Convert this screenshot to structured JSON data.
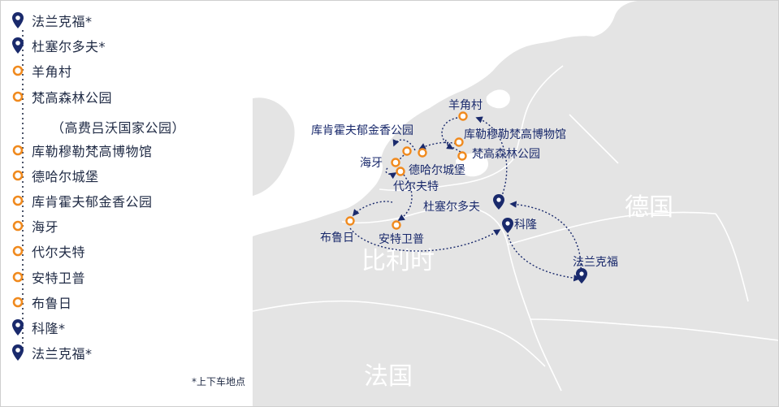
{
  "legend": {
    "items": [
      {
        "label": "法兰克福*",
        "icon": "pin-icon"
      },
      {
        "label": "杜塞尔多夫*",
        "icon": "pin-icon"
      },
      {
        "label": "羊角村",
        "icon": "ring-icon"
      },
      {
        "label": "梵高森林公园",
        "icon": "ring-icon"
      },
      {
        "label": "库勒穆勒梵高博物馆",
        "icon": "ring-icon"
      },
      {
        "label": "德哈尔城堡",
        "icon": "ring-icon"
      },
      {
        "label": "库肯霍夫郁金香公园",
        "icon": "ring-icon"
      },
      {
        "label": "海牙",
        "icon": "ring-icon"
      },
      {
        "label": "代尔夫特",
        "icon": "ring-icon"
      },
      {
        "label": "安特卫普",
        "icon": "ring-icon"
      },
      {
        "label": "布鲁日",
        "icon": "ring-icon"
      },
      {
        "label": "科隆*",
        "icon": "pin-icon"
      },
      {
        "label": "法兰克福*",
        "icon": "pin-icon"
      }
    ],
    "sub_label": "（高费吕沃国家公园）",
    "note": "*上下车地点"
  },
  "map": {
    "countries": {
      "germany": "德国",
      "belgium": "比利时",
      "france": "法国"
    },
    "places": {
      "giethoorn": "羊角村",
      "keukenhof": "库肯霍夫郁金香公园",
      "kroller_muller": "库勒穆勒梵高博物馆",
      "hoge_veluwe": "梵高森林公园",
      "hague": "海牙",
      "de_haar": "德哈尔城堡",
      "delft": "代尔夫特",
      "dusseldorf": "杜塞尔多夫",
      "cologne": "科隆",
      "bruges": "布鲁日",
      "antwerp": "安特卫普",
      "frankfurt": "法兰克福"
    }
  },
  "colors": {
    "navy": "#1a2a6c",
    "orange": "#f08a1e",
    "land": "#e4e4e4",
    "sea": "#ffffff",
    "border": "#ffffff"
  }
}
